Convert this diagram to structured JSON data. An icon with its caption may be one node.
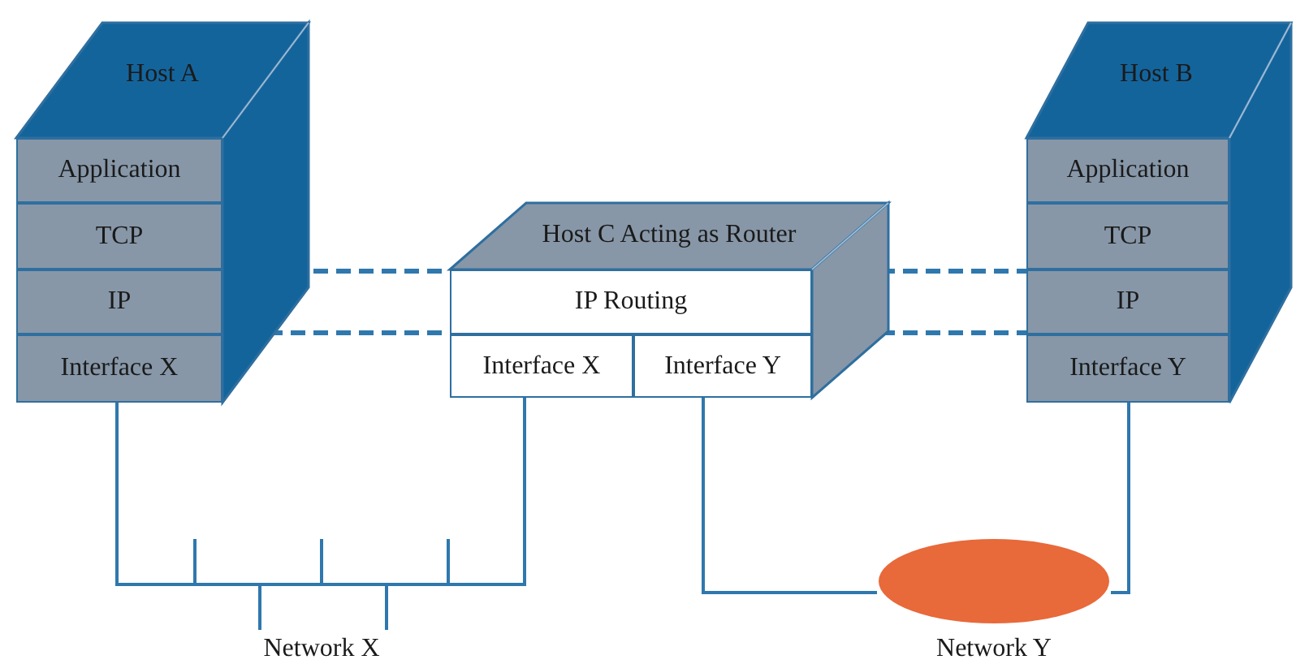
{
  "diagram": {
    "nodes": [
      {
        "text": [
          "Host A"
        ]
      },
      {
        "text": [
          "Application"
        ],
        "in": 0
      },
      {
        "text": [
          "TCP"
        ],
        "in": 0
      },
      {
        "text": [
          "IP"
        ],
        "in": 0
      },
      {
        "text": [
          "Interface X"
        ],
        "in": 0
      },
      {
        "text": [
          "Host C Acting as Router"
        ]
      },
      {
        "text": [
          "IP Routing"
        ],
        "in": 5
      },
      {
        "text": [
          "Interface X"
        ],
        "in": 5
      },
      {
        "text": [
          "Interface Y"
        ],
        "in": 5
      },
      {
        "text": [
          "Host B"
        ]
      },
      {
        "text": [
          "Application"
        ],
        "in": 9
      },
      {
        "text": [
          "TCP"
        ],
        "in": 9
      },
      {
        "text": [
          "IP"
        ],
        "in": 9
      },
      {
        "text": [
          "Interface Y"
        ],
        "in": 9
      },
      {
        "text": [
          "Network X"
        ]
      },
      {
        "text": [
          "Network Y"
        ]
      }
    ],
    "edges": [
      {
        "from": 3,
        "to": 6,
        "arrow": "none",
        "style": "dashed"
      },
      {
        "from": 3,
        "to": 6,
        "arrow": "none",
        "style": "dashed"
      },
      {
        "from": 6,
        "to": 12,
        "arrow": "none",
        "style": "dashed"
      },
      {
        "from": 6,
        "to": 12,
        "arrow": "none",
        "style": "dashed"
      },
      {
        "from": 4,
        "to": 14,
        "arrow": "none"
      },
      {
        "from": 7,
        "to": 14,
        "arrow": "none"
      },
      {
        "from": 8,
        "to": 15,
        "arrow": "none"
      },
      {
        "from": 13,
        "to": 15,
        "arrow": "none"
      }
    ]
  }
}
